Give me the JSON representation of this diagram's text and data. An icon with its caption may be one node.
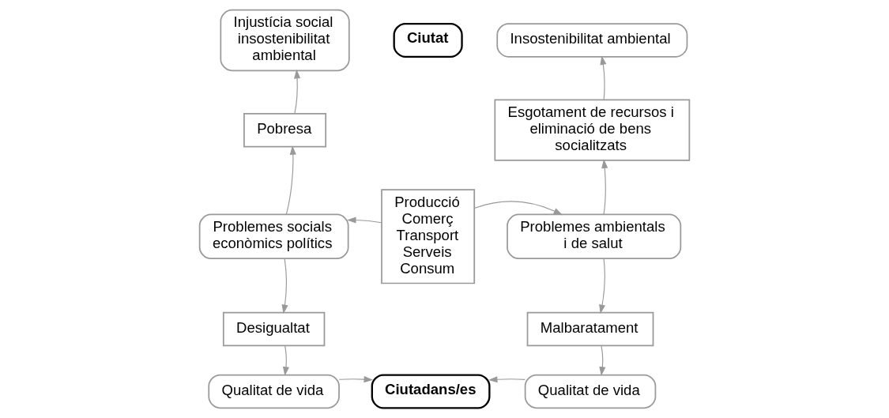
{
  "diagram": {
    "nodes": [
      {
        "text": [
          "Ciutat"
        ]
      },
      {
        "text": [
          "Injustícia social insostenibilitat ambiental"
        ]
      },
      {
        "text": [
          "Insostenibilitat ambiental"
        ]
      },
      {
        "text": [
          "Pobresa"
        ]
      },
      {
        "text": [
          "Producció Comerç Transport Serveis Consum"
        ]
      },
      {
        "text": [
          "Esgotament de recursos i eliminació de bens socialitzats"
        ]
      },
      {
        "text": [
          "Problemes socials econòmics polítics"
        ]
      },
      {
        "text": [
          "Problemes ambientals i de salut"
        ]
      },
      {
        "text": [
          "Desigualtat"
        ]
      },
      {
        "text": [
          "Malbaratament"
        ]
      },
      {
        "text": [
          "Qualitat de vida"
        ]
      },
      {
        "text": [
          "Ciutadans/es"
        ]
      },
      {
        "text": [
          "Qualitat de vida"
        ]
      }
    ],
    "edges": [
      {
        "from": 6,
        "to": 3,
        "arrow": "to"
      },
      {
        "from": 3,
        "to": 1,
        "arrow": "to"
      },
      {
        "from": 4,
        "to": 6,
        "arrow": "to"
      },
      {
        "from": 4,
        "to": 7,
        "arrow": "to"
      },
      {
        "from": 7,
        "to": 5,
        "arrow": "to"
      },
      {
        "from": 5,
        "to": 2,
        "arrow": "to"
      },
      {
        "from": 6,
        "to": 8,
        "arrow": "to"
      },
      {
        "from": 8,
        "to": 10,
        "arrow": "to"
      },
      {
        "from": 7,
        "to": 9,
        "arrow": "to"
      },
      {
        "from": 9,
        "to": 12,
        "arrow": "to"
      },
      {
        "from": 10,
        "to": 11,
        "arrow": "to"
      },
      {
        "from": 12,
        "to": 11,
        "arrow": "to"
      }
    ]
  }
}
